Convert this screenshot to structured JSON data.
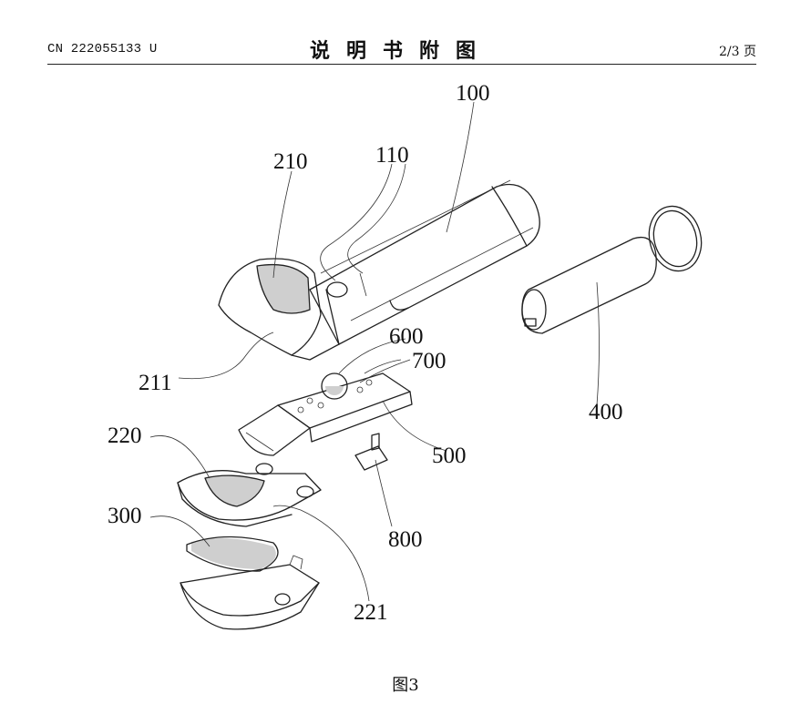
{
  "header": {
    "patent_number": "CN 222055133 U",
    "section_title": "说明书附图",
    "page": "2/3 页"
  },
  "figure": {
    "caption": "图3",
    "labels": [
      "100",
      "110",
      "210",
      "211",
      "220",
      "221",
      "300",
      "400",
      "500",
      "600",
      "700",
      "800"
    ]
  }
}
